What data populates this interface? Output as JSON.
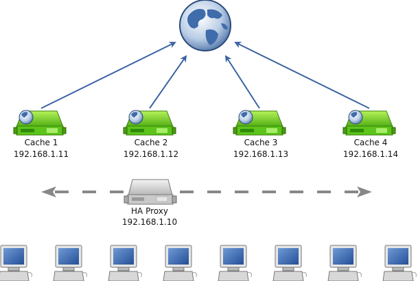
{
  "internet": {
    "icon": "globe-icon"
  },
  "caches": [
    {
      "name": "Cache 1",
      "ip": "192.168.1.11"
    },
    {
      "name": "Cache 2",
      "ip": "192.168.1.12"
    },
    {
      "name": "Cache 3",
      "ip": "192.168.1.13"
    },
    {
      "name": "Cache 4",
      "ip": "192.168.1.14"
    }
  ],
  "proxy": {
    "name": "HA Proxy",
    "ip": "192.168.1.10"
  },
  "clients": {
    "count": 8,
    "icon": "computer-icon"
  },
  "colors": {
    "arrow": "#3a63a4",
    "dashed": "#888888",
    "cache_green": "#6fcf1f",
    "proxy_gray": "#cfcfcf",
    "screen_blue": "#3d6fb8"
  }
}
